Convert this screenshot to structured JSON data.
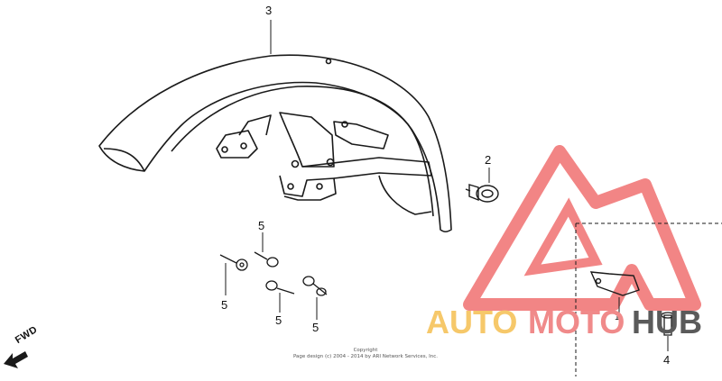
{
  "callouts": {
    "fender": "3",
    "rubber_cushion": "2",
    "bolt_a": "5",
    "bolt_b": "5",
    "bolt_c": "5",
    "bolt_d": "5",
    "bracket_hardware": "4",
    "bracket_label": "1"
  },
  "direction_marker": "FWD",
  "copyright_lines": [
    "Copyright",
    "Page design (c) 2004 - 2014 by ARI Network Services, Inc."
  ],
  "watermark": {
    "word_part_1": "AUTO",
    "word_part_2": "MOTO",
    "word_part_3": "HUB",
    "color_part_1": "#f6c86a",
    "color_part_2": "#f08a8a",
    "color_part_3": "#5a5a5a",
    "logo_color": "#f07070"
  }
}
